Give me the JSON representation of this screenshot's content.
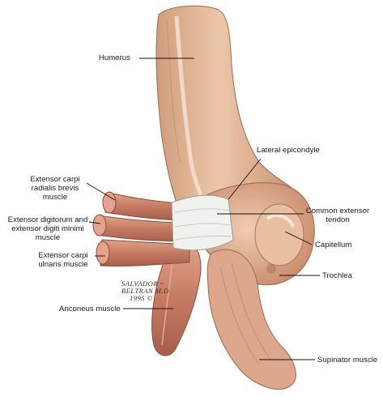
{
  "labels": {
    "humerus": "Humerus",
    "lateral_epicondyle": "Lateral epicondyle",
    "ecrb": [
      "Extensor carpi",
      "radialis brevis",
      "muscle"
    ],
    "edc": [
      "Extensor digitorum and",
      "extensor digiti minimi",
      "muscle"
    ],
    "ecu": [
      "Extensor carpi",
      "ulnaris muscle"
    ],
    "common_tendon": [
      "Common extensor",
      "tendon"
    ],
    "capitellum": "Capitellum",
    "trochlea": "Trochlea",
    "anconeus": "Anconeus muscle",
    "supinator": "Supinator muscle"
  },
  "signature": [
    "SALVADOR ~",
    "BELTRAN M.D",
    "1995 ©"
  ],
  "colors": {
    "bone": "#e3b89a",
    "muscle": "#c98068",
    "tendon": "#f1f1ee",
    "leader": "#111111"
  }
}
